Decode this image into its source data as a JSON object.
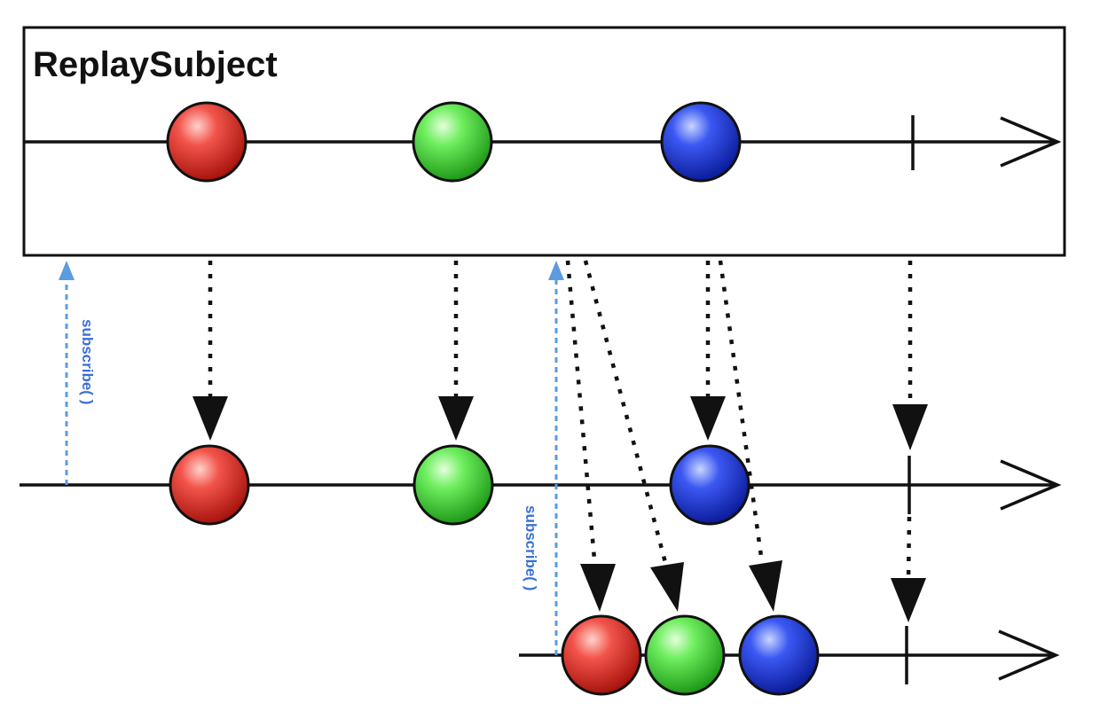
{
  "diagram": {
    "title": "ReplaySubject",
    "subscribe_label": "subscribe( )",
    "colors": {
      "red": "#e8322b",
      "green": "#3fd43a",
      "blue": "#1f3be0",
      "subscribe": "#5b9be0",
      "line": "#111111"
    },
    "marbles": [
      "red",
      "green",
      "blue"
    ]
  }
}
